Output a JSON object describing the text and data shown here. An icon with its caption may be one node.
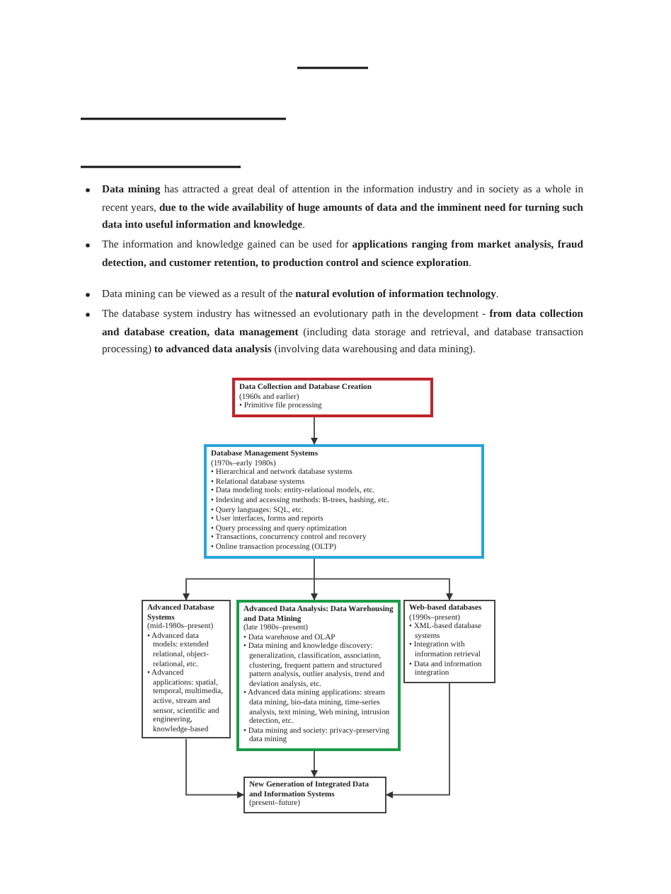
{
  "diagram": {
    "nodes": [
      {
        "text": [
          "Data Collection and Database Creation",
          "(1960s and earlier)",
          "• Primitive file processing"
        ]
      },
      {
        "text": [
          "Database Management Systems",
          "(1970s–early 1980s)",
          "• Hierarchical and network database systems",
          "• Relational database systems",
          "• Data modeling tools: entity-relational models, etc.",
          "• Indexing and accessing methods: B-trees, hashing, etc.",
          "• Query languages: SQL, etc.",
          "• User interfaces, forms and reports",
          "• Query processing and query optimization",
          "• Transactions, concurrency control and recovery",
          "• Online transaction processing (OLTP)"
        ]
      },
      {
        "text": [
          "Advanced Database Systems",
          "(mid-1980s–present)",
          "• Advanced data models: extended relational, object-relational, etc.",
          "• Advanced applications: spatial, temporal, multimedia, active, stream and sensor, scientific and engineering, knowledge-based"
        ]
      },
      {
        "text": [
          "Advanced Data Analysis: Data Warehousing and Data Mining",
          "(late 1980s–present)",
          "• Data warehouse and OLAP",
          "• Data mining and knowledge discovery: generalization, classification, association, clustering, frequent pattern and structured pattern analysis, outlier analysis, trend and deviation analysis, etc.",
          "• Advanced data mining applications: stream data mining, bio-data mining, time-series analysis, text mining, Web mining, intrusion detection, etc.",
          "• Data mining and society: privacy-preserving data mining"
        ]
      },
      {
        "text": [
          "Web-based databases",
          "(1990s–present)",
          "• XML-based database systems",
          "• Integration with information retrieval",
          "• Data and information integration"
        ]
      },
      {
        "text": [
          "New Generation of Integrated Data and Information Systems",
          "(present–future)"
        ]
      }
    ],
    "edges": [
      {
        "from": 0,
        "to": 1,
        "arrow": "to"
      },
      {
        "from": 1,
        "to": 2,
        "arrow": "to"
      },
      {
        "from": 1,
        "to": 3,
        "arrow": "to"
      },
      {
        "from": 1,
        "to": 4,
        "arrow": "to"
      },
      {
        "from": 3,
        "to": 5,
        "arrow": "to"
      },
      {
        "from": 2,
        "to": 5,
        "arrow": "to"
      },
      {
        "from": 4,
        "to": 5,
        "arrow": "to"
      }
    ],
    "labels": [
      "**Data mining** has attracted a great deal of attention in the information industry and in society as a whole in recent years, **due to the wide availability of huge amounts of data and the imminent need for turning such data into useful information and knowledge**.",
      "The information and knowledge gained can be used for **applications ranging from market analysis, fraud detection, and customer retention, to production control and science exploration**.",
      "Data mining can be viewed as a result of the **natural evolution of information technology**.",
      "The database system industry has witnessed an evolutionary path in the development - **from data collection and database creation, data management** (including data storage and retrieval, and database transaction processing) **to advanced data analysis** (involving data warehousing and data mining)."
    ]
  }
}
